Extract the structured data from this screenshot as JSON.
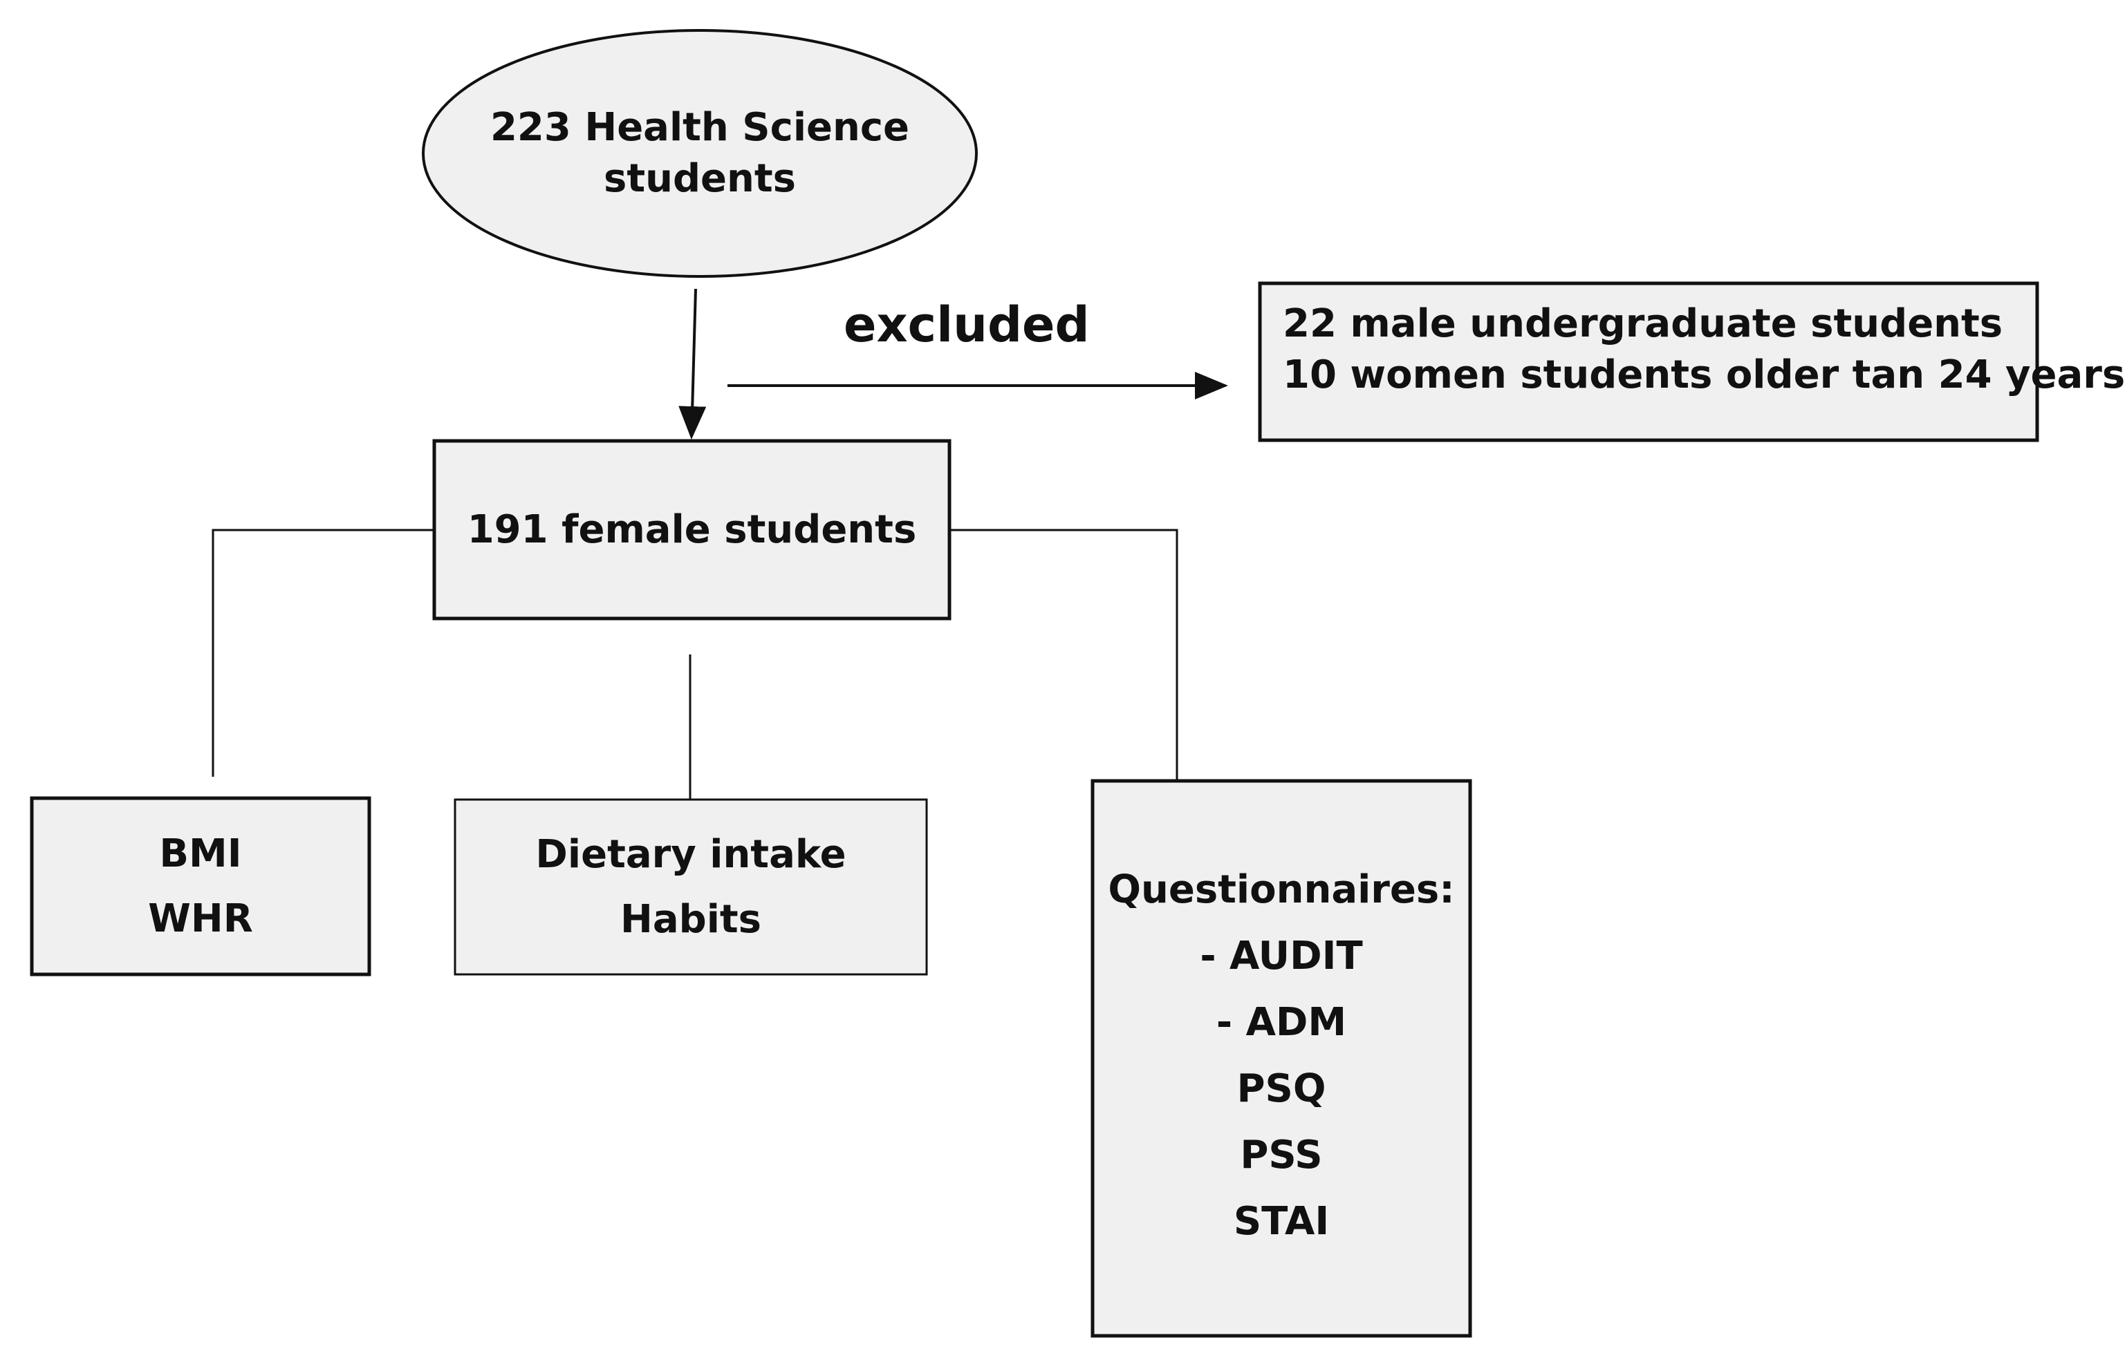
{
  "nodes": {
    "total": {
      "lines": [
        "223 Health Science",
        "students"
      ]
    },
    "female": {
      "lines": [
        "191 female students"
      ]
    },
    "excluded_reasons": {
      "lines": [
        "22 male undergraduate students",
        "10 women students older tan 24 years"
      ]
    },
    "anthropometry": {
      "lines": [
        "BMI",
        "WHR"
      ]
    },
    "diet": {
      "lines": [
        "Dietary intake",
        "Habits"
      ]
    },
    "questionnaires": {
      "lines": [
        "Questionnaires:",
        "- AUDIT",
        "- ADM",
        "PSQ",
        "PSS",
        "STAI"
      ]
    }
  },
  "edge_label": "excluded",
  "colors": {
    "box_fill": "#f0f0f0",
    "stroke": "#111111",
    "background": "#ffffff"
  }
}
